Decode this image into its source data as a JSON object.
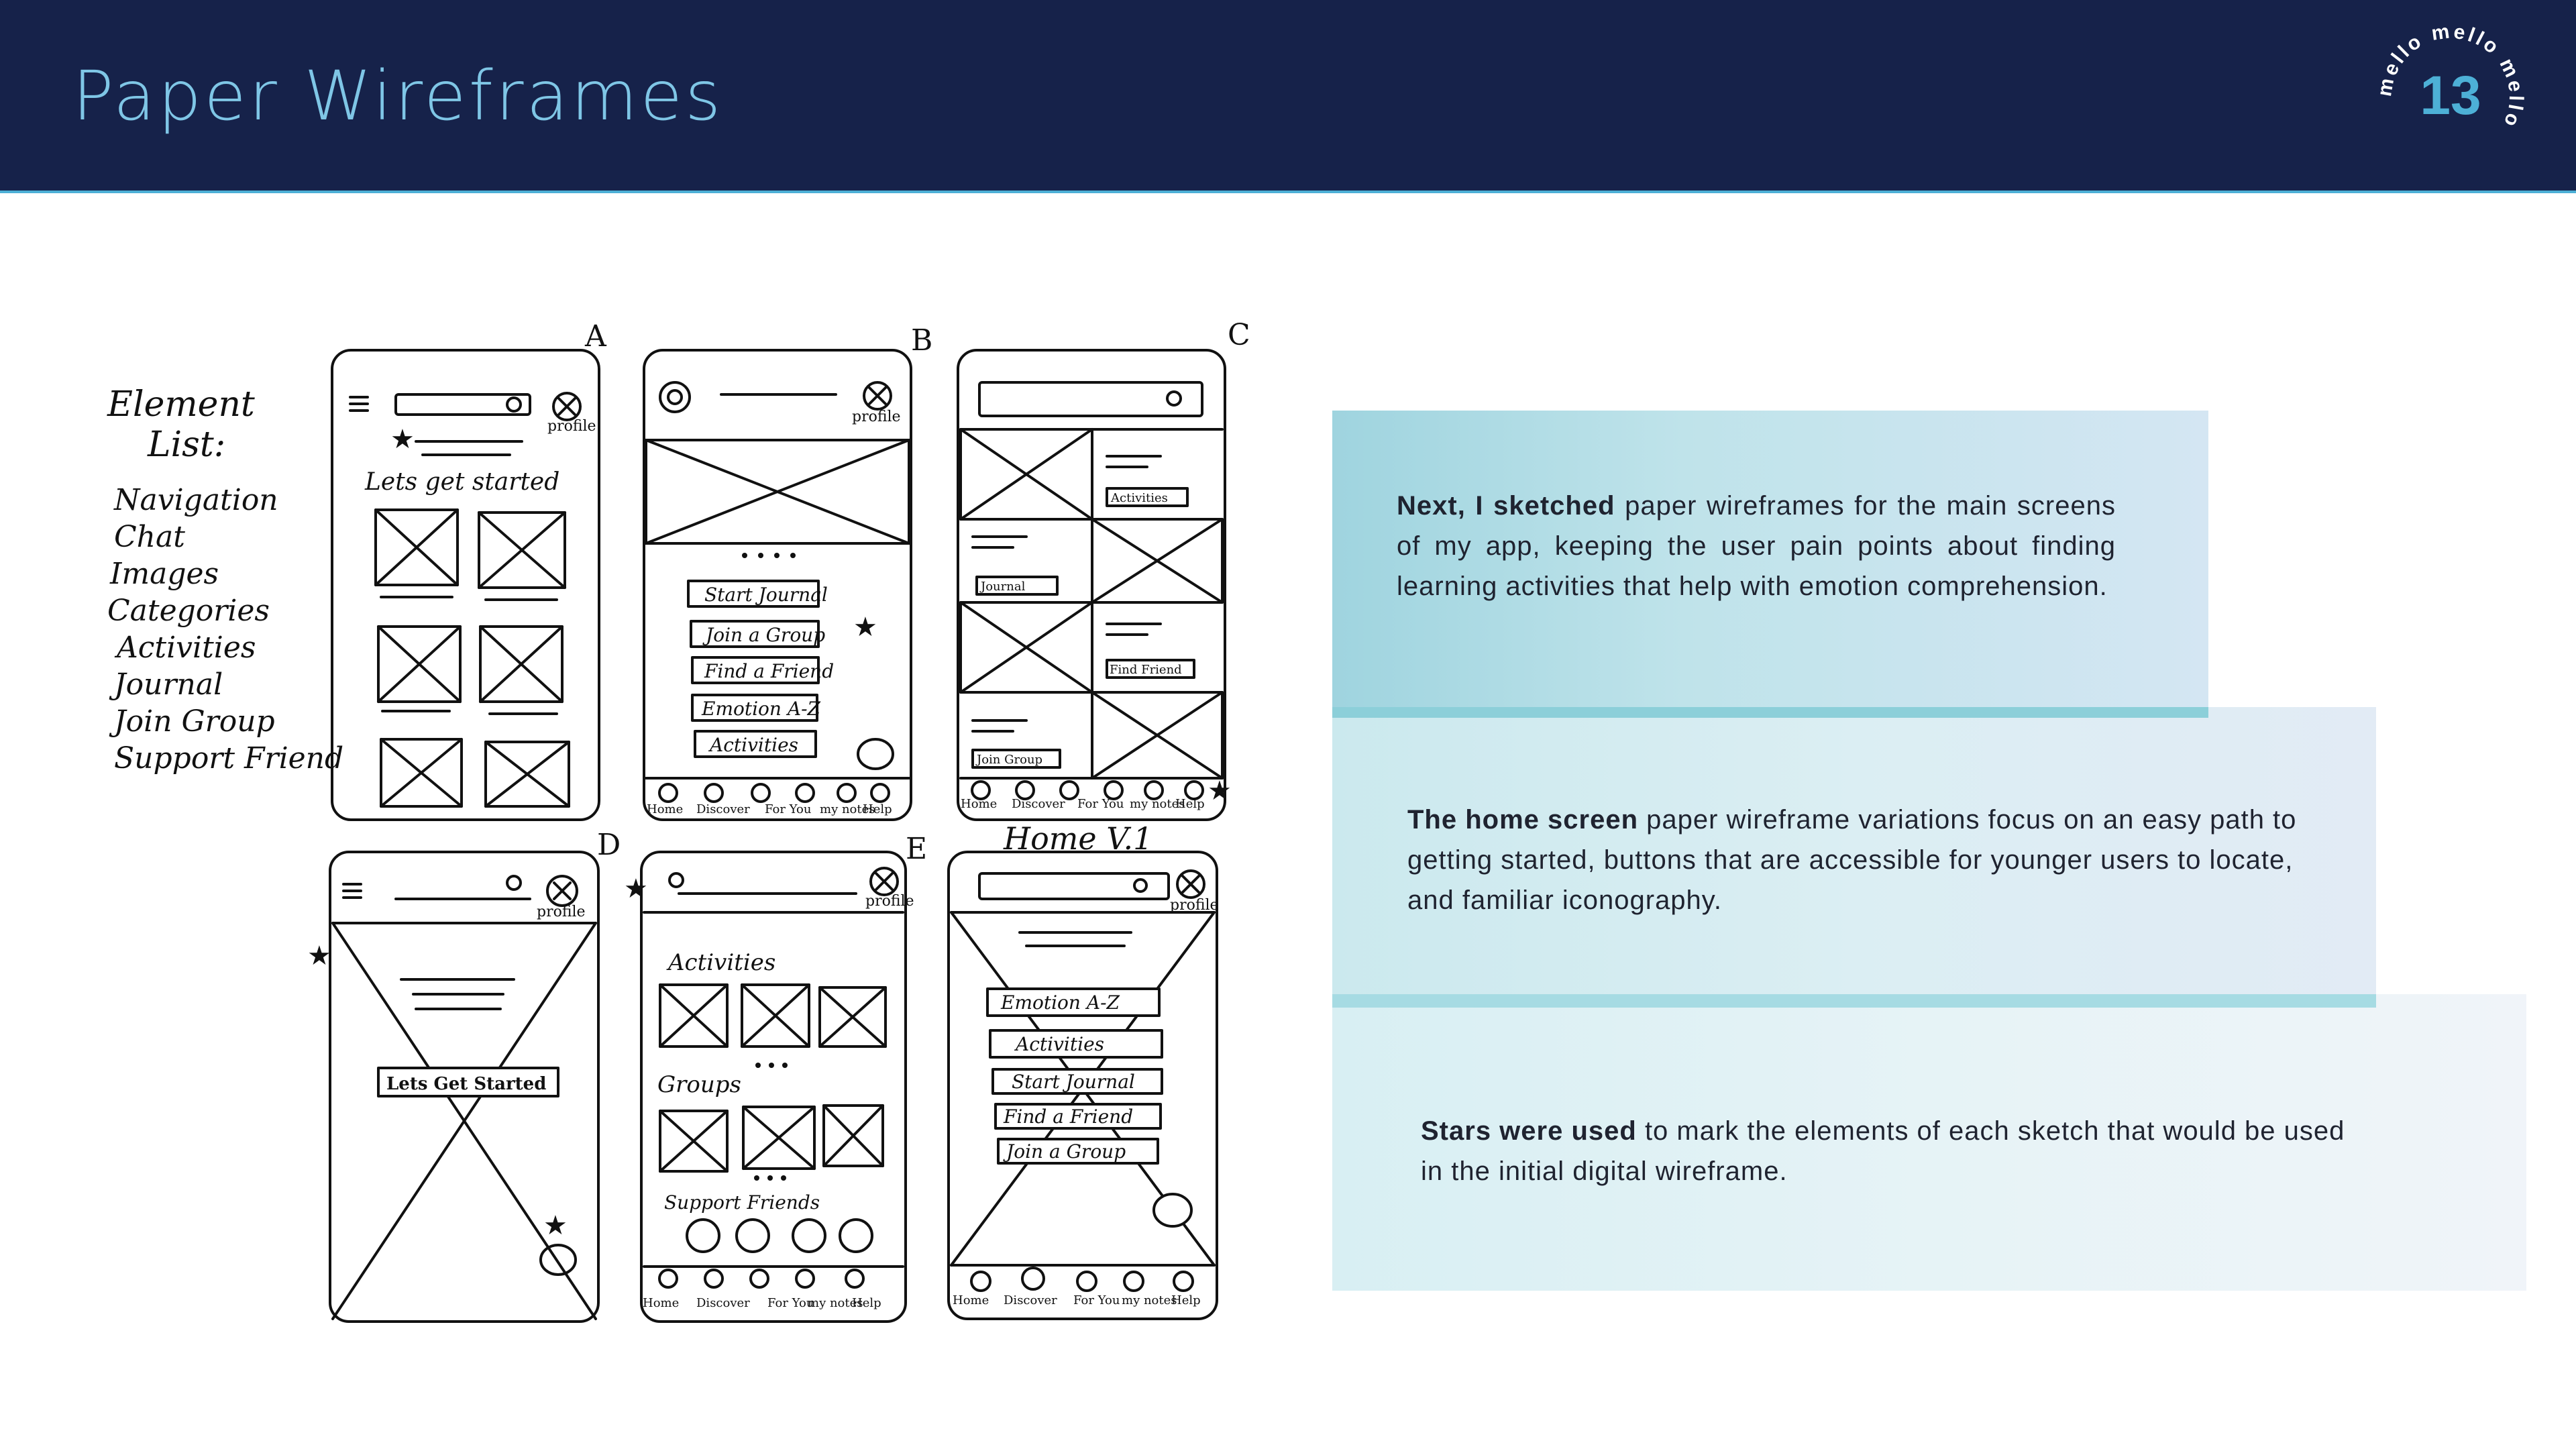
{
  "header": {
    "title": "Paper Wireframes",
    "slide_number": "13",
    "logo_ring_text": "mello mello mello"
  },
  "colors": {
    "header_bg": "#16224a",
    "title": "#7fc6e6",
    "accent": "#4db0d6",
    "panel_teal": "#9fd4df"
  },
  "sketch": {
    "element_list_title_1": "Element",
    "element_list_title_2": "List:",
    "element_list": [
      "Navigation",
      "Chat",
      "Images",
      "Categories",
      "Activities",
      "Journal",
      "Join Group",
      "Support Friend"
    ],
    "labels": {
      "a": "A",
      "b": "B",
      "c": "C",
      "d": "D",
      "e": "E"
    },
    "home_version_label": "Home V.1",
    "profile_label": "profile",
    "lets_get_started": "Lets get started",
    "lets_get_started_button": "Lets Get Started",
    "buttons_b": [
      "Start Journal",
      "Join a Group",
      "Find a Friend",
      "Emotion A-Z",
      "Activities"
    ],
    "tags_c": [
      "Activities",
      "Journal",
      "Find Friend",
      "Join Group"
    ],
    "nav_bar": [
      "Home",
      "Discover",
      "For You",
      "my notes",
      "Help"
    ],
    "e_sections": [
      "Activities",
      "Groups",
      "Support Friends"
    ],
    "buttons_v1": [
      "Emotion A-Z",
      "Activities",
      "Start Journal",
      "Find a Friend",
      "Join a Group"
    ]
  },
  "panels": {
    "p1": {
      "bold": "Next, I sketched",
      "text": " paper wireframes for the main screens of my app, keeping the user pain points about finding learning activities that help with emotion comprehension."
    },
    "p2": {
      "bold": "The home screen",
      "text": " paper wireframe variations focus on an easy path to getting started, buttons that are accessible for younger users to locate, and familiar iconography."
    },
    "p3": {
      "bold": "Stars were used",
      "text": " to mark the elements of each sketch that would be used in the initial digital wireframe."
    }
  }
}
